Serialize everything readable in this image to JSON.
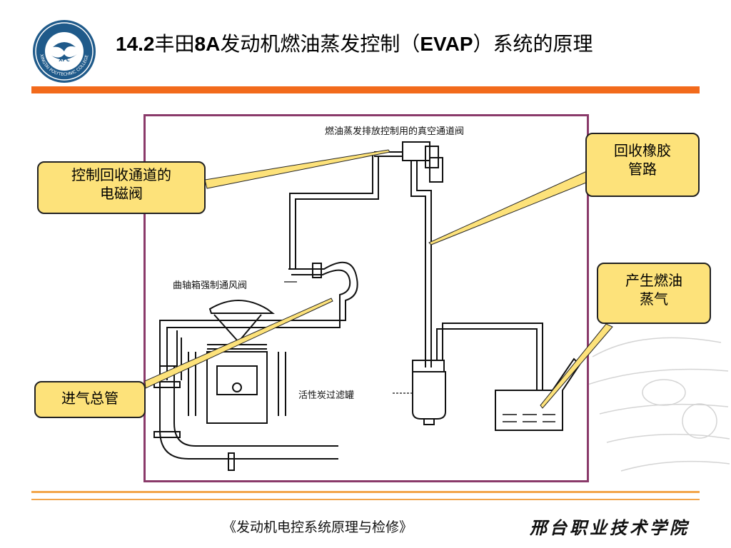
{
  "header": {
    "title_prefix": "14.2",
    "title_part1": "丰田",
    "title_bold1": "8A",
    "title_part2": "发动机燃油蒸发控制（",
    "title_bold2": "EVAP",
    "title_part3": "）系统的原理",
    "logo_text": "XPC",
    "logo_ring_text": "XINGTAI POLYTECHNIC COLLEGE"
  },
  "diagram": {
    "labels": {
      "vacuum_valve": "燃油蒸发排放控制用的真空通道阀",
      "pcv_valve": "曲轴箱强制通风阀",
      "canister": "活性炭过滤罐"
    }
  },
  "callouts": {
    "solenoid": "控制回收通道的\n电磁阀",
    "hose": "回收橡胶\n管路",
    "vapor": "产生燃油\n蒸气",
    "intake": "进气总管"
  },
  "footer": {
    "book_title": "《发动机电控系统原理与检修》",
    "school_name": "邢台职业技术学院"
  },
  "colors": {
    "accent_bar": "#f26a1b",
    "footer_lines": "#f2a54a",
    "frame": "#8a3a6a",
    "callout_fill": "#fde27a",
    "logo": "#1f5a8a"
  },
  "icons": {
    "logo": "college-emblem"
  }
}
